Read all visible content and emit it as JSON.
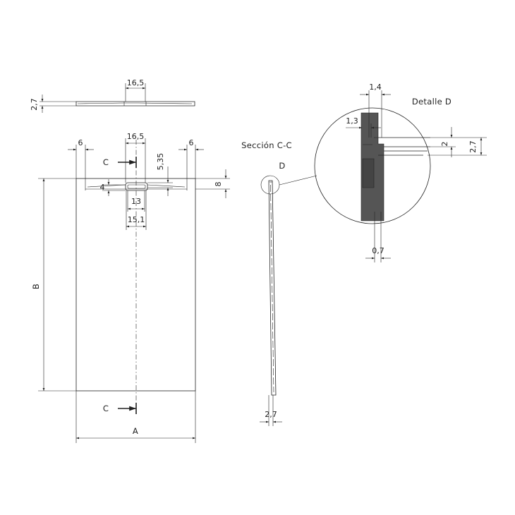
{
  "top_view": {
    "dim_width_drain_top": "16,5",
    "dim_thickness_top": "2,7"
  },
  "plan_view": {
    "dim_left_margin": "6",
    "dim_drain_width": "16,5",
    "dim_right_margin": "6",
    "dim_depth": "5,35",
    "dim_slot": "4",
    "dim_offset": "8",
    "dim_inner_13": "13",
    "dim_inner_151": "15,1",
    "section_mark_top": "C",
    "section_mark_bottom": "C",
    "dim_length": "B",
    "dim_width": "A"
  },
  "section_view": {
    "title": "Sección C-C",
    "detail_mark": "D",
    "dim_thickness": "2,7"
  },
  "detail_view": {
    "title": "Detalle D",
    "dim_14": "1,4",
    "dim_13": "1,3",
    "dim_2": "2",
    "dim_27": "2,7",
    "dim_07": "0,7"
  }
}
